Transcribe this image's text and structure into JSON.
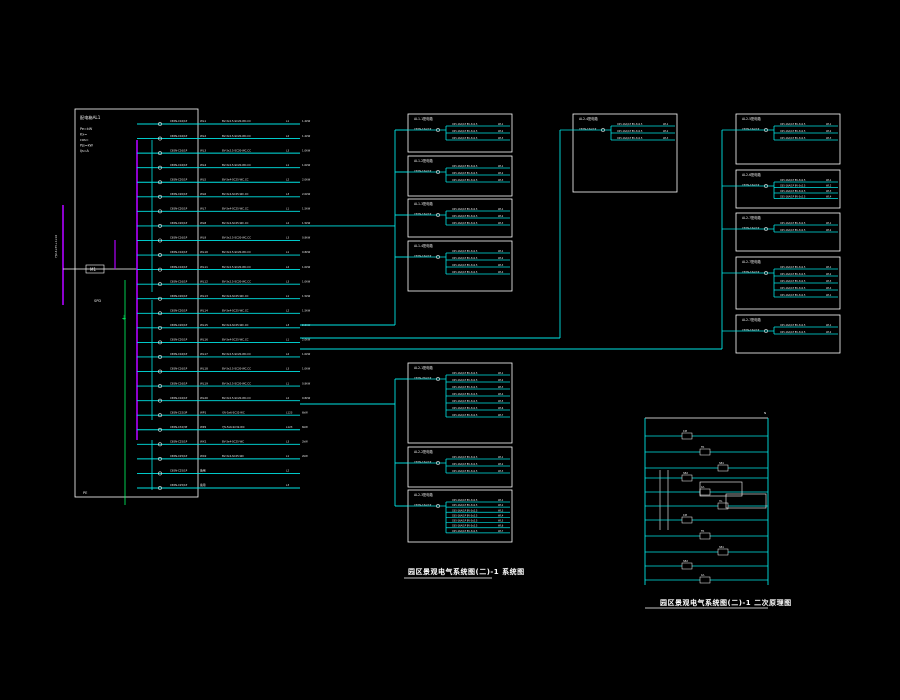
{
  "drawing": {
    "background_color": "#000000",
    "line_colors": {
      "feeder": "#00e5e5",
      "bus": "#b000ff",
      "frame": "#ffffff",
      "text": "#e8e8e8",
      "breaker": "#00ff66"
    }
  },
  "main_panel": {
    "title": "配电箱AL1",
    "info_lines": [
      "Pe=kW",
      "Kx=",
      "cos=",
      "Pjs=kW",
      "Ijs=A"
    ],
    "incoming_label": "YJV-4x35+1x16",
    "main_breaker_label": "M1",
    "spd_label": "SPD",
    "ground_label": "PE"
  },
  "feeders": [
    {
      "breaker": "C65N-C16/1P",
      "circuit": "WL1",
      "cable": "BV-3x2.5-SC20-WC.CC",
      "phase": "L1",
      "load": "1.2kW"
    },
    {
      "breaker": "C65N-C16/1P",
      "circuit": "WL2",
      "cable": "BV-3x2.5-SC20-WC.CC",
      "phase": "L2",
      "load": "1.2kW"
    },
    {
      "breaker": "C65N-C16/1P",
      "circuit": "WL3",
      "cable": "BV-3x2.5-SC20-WC.CC",
      "phase": "L3",
      "load": "1.0kW"
    },
    {
      "breaker": "C65N-C16/1P",
      "circuit": "WL4",
      "cable": "BV-3x2.5-SC20-WC.CC",
      "phase": "L1",
      "load": "1.0kW"
    },
    {
      "breaker": "C65N-C20/1P",
      "circuit": "WL5",
      "cable": "BV-3x4-SC25-WC.CC",
      "phase": "L2",
      "load": "2.0kW"
    },
    {
      "breaker": "C65N-C20/1P",
      "circuit": "WL6",
      "cable": "BV-3x4-SC25-WC.CC",
      "phase": "L3",
      "load": "2.0kW"
    },
    {
      "breaker": "C65N-C20/1P",
      "circuit": "WL7",
      "cable": "BV-3x4-SC25-WC.CC",
      "phase": "L1",
      "load": "1.5kW"
    },
    {
      "breaker": "C65N-C20/1P",
      "circuit": "WL8",
      "cable": "BV-3x4-SC25-WC.CC",
      "phase": "L2",
      "load": "1.5kW"
    },
    {
      "breaker": "C65N-C16/1P",
      "circuit": "WL9",
      "cable": "BV-3x2.5-SC20-WC.CC",
      "phase": "L3",
      "load": "0.8kW"
    },
    {
      "breaker": "C65N-C16/1P",
      "circuit": "WL10",
      "cable": "BV-3x2.5-SC20-WC.CC",
      "phase": "L1",
      "load": "0.8kW"
    },
    {
      "breaker": "C65N-C16/1P",
      "circuit": "WL11",
      "cable": "BV-3x2.5-SC20-WC.CC",
      "phase": "L2",
      "load": "1.0kW"
    },
    {
      "breaker": "C65N-C16/1P",
      "circuit": "WL12",
      "cable": "BV-3x2.5-SC20-WC.CC",
      "phase": "L3",
      "load": "1.0kW"
    },
    {
      "breaker": "C65N-C20/1P",
      "circuit": "WL13",
      "cable": "BV-3x4-SC25-WC.CC",
      "phase": "L1",
      "load": "1.5kW"
    },
    {
      "breaker": "C65N-C20/1P",
      "circuit": "WL14",
      "cable": "BV-3x4-SC25-WC.CC",
      "phase": "L2",
      "load": "1.5kW"
    },
    {
      "breaker": "C65N-C20/1P",
      "circuit": "WL15",
      "cable": "BV-3x4-SC25-WC.CC",
      "phase": "L3",
      "load": "2.0kW"
    },
    {
      "breaker": "C65N-C20/1P",
      "circuit": "WL16",
      "cable": "BV-3x4-SC25-WC.CC",
      "phase": "L1",
      "load": "2.0kW"
    },
    {
      "breaker": "C65N-C16/1P",
      "circuit": "WL17",
      "cable": "BV-3x2.5-SC20-WC.CC",
      "phase": "L2",
      "load": "1.0kW"
    },
    {
      "breaker": "C65N-C16/1P",
      "circuit": "WL18",
      "cable": "BV-3x2.5-SC20-WC.CC",
      "phase": "L3",
      "load": "1.0kW"
    },
    {
      "breaker": "C65N-C16/1P",
      "circuit": "WL19",
      "cable": "BV-3x2.5-SC20-WC.CC",
      "phase": "L1",
      "load": "0.8kW"
    },
    {
      "breaker": "C65N-C16/1P",
      "circuit": "WL20",
      "cable": "BV-3x2.5-SC20-WC.CC",
      "phase": "L2",
      "load": "0.8kW"
    },
    {
      "breaker": "C65N-C32/3P",
      "circuit": "WP1",
      "cable": "YJV-5x6-SC32-WC",
      "phase": "L123",
      "load": "6kW"
    },
    {
      "breaker": "C65N-C32/3P",
      "circuit": "WP2",
      "cable": "YJV-5x6-SC32-WC",
      "phase": "L123",
      "load": "6kW"
    },
    {
      "breaker": "C65N-C25/1P",
      "circuit": "WX1",
      "cable": "BV-3x4-SC25-WC",
      "phase": "L3",
      "load": "2kW"
    },
    {
      "breaker": "C65N-C25/1P",
      "circuit": "WX2",
      "cable": "BV-3x4-SC25-WC",
      "phase": "L1",
      "load": "2kW"
    },
    {
      "breaker": "C65N-C25/1P",
      "circuit": "备用",
      "cable": "",
      "phase": "L2",
      "load": ""
    },
    {
      "breaker": "C65N-C25/1P",
      "circuit": "备用",
      "cable": "",
      "phase": "L3",
      "load": ""
    }
  ],
  "sub_panels": [
    {
      "id": "AL1-1",
      "title": "AL1-1配电箱",
      "main": "C65N-16A/1P",
      "rows": [
        {
          "cable": "C65-16A/1P BV-3x2.5",
          "circuit": "WL1"
        },
        {
          "cable": "C65-16A/1P BV-3x2.5",
          "circuit": "WL2"
        },
        {
          "cable": "C65-16A/1P BV-3x2.5",
          "circuit": "WL3"
        }
      ]
    },
    {
      "id": "AL1-2",
      "title": "AL1-2配电箱",
      "main": "C65N-16A/1P",
      "rows": [
        {
          "cable": "C65-16A/1P BV-3x2.5",
          "circuit": "WL1"
        },
        {
          "cable": "C65-16A/1P BV-3x2.5",
          "circuit": "WL2"
        },
        {
          "cable": "C65-16A/1P BV-3x2.5",
          "circuit": "WL3"
        }
      ]
    },
    {
      "id": "AL1-3",
      "title": "AL1-3配电箱",
      "main": "C65N-16A/1P",
      "rows": [
        {
          "cable": "C65-16A/1P BV-3x2.5",
          "circuit": "WL1"
        },
        {
          "cable": "C65-16A/1P BV-3x2.5",
          "circuit": "WL2"
        },
        {
          "cable": "C65-16A/1P BV-3x2.5",
          "circuit": "WL3"
        }
      ]
    },
    {
      "id": "AL1-4",
      "title": "AL1-4配电箱",
      "main": "C65N-16A/1P",
      "rows": [
        {
          "cable": "C65-16A/1P BV-3x2.5",
          "circuit": "WL1"
        },
        {
          "cable": "C65-16A/1P BV-3x2.5",
          "circuit": "WL2"
        },
        {
          "cable": "C65-16A/1P BV-3x2.5",
          "circuit": "WL3"
        },
        {
          "cable": "C65-16A/1P BV-3x2.5",
          "circuit": "WL4"
        }
      ]
    },
    {
      "id": "AL2-1",
      "title": "AL2-1配电箱",
      "main": "C65N-20A/1P",
      "rows": [
        {
          "cable": "C65-16A/1P BV-3x2.5",
          "circuit": "WL1"
        },
        {
          "cable": "C65-16A/1P BV-3x2.5",
          "circuit": "WL2"
        },
        {
          "cable": "C65-16A/1P BV-3x2.5",
          "circuit": "WL3"
        },
        {
          "cable": "C65-16A/1P BV-3x2.5",
          "circuit": "WL4"
        },
        {
          "cable": "C65-16A/1P BV-3x2.5",
          "circuit": "WL5"
        },
        {
          "cable": "C65-16A/1P BV-3x2.5",
          "circuit": "WL6"
        },
        {
          "cable": "C65-16A/1P BV-3x2.5",
          "circuit": "WL7"
        }
      ]
    },
    {
      "id": "AL2-2",
      "title": "AL2-2配电箱",
      "main": "C65N-16A/1P",
      "rows": [
        {
          "cable": "C65-16A/1P BV-3x2.5",
          "circuit": "WL1"
        },
        {
          "cable": "C65-16A/1P BV-3x2.5",
          "circuit": "WL2"
        },
        {
          "cable": "C65-16A/1P BV-3x2.5",
          "circuit": "WL3"
        }
      ]
    },
    {
      "id": "AL2-3",
      "title": "AL2-3配电箱",
      "main": "C65N-16A/1P",
      "rows": [
        {
          "cable": "C65-16A/1P BV-3x2.5",
          "circuit": "WL1"
        },
        {
          "cable": "C65-16A/1P BV-3x2.5",
          "circuit": "WL2"
        },
        {
          "cable": "C65-16A/1P BV-3x2.5",
          "circuit": "WL3"
        },
        {
          "cable": "C65-16A/1P BV-3x2.5",
          "circuit": "WL4"
        },
        {
          "cable": "C65-16A/1P BV-3x2.5",
          "circuit": "WL5"
        },
        {
          "cable": "C65-16A/1P BV-3x2.5",
          "circuit": "WL6"
        },
        {
          "cable": "C65-16A/1P BV-3x2.5",
          "circuit": "WL7"
        }
      ]
    },
    {
      "id": "AL2-4",
      "title": "AL2-4配电箱",
      "main": "C65N-16A/1P",
      "rows": [
        {
          "cable": "C65-16A/1P BV-3x2.5",
          "circuit": "WL1"
        },
        {
          "cable": "C65-16A/1P BV-3x2.5",
          "circuit": "WL2"
        },
        {
          "cable": "C65-16A/1P BV-3x2.5",
          "circuit": "WL3"
        }
      ]
    },
    {
      "id": "AL2-5",
      "title": "AL2-5配电箱",
      "main": "C65N-16A/1P",
      "rows": [
        {
          "cable": "C65-16A/1P BV-3x2.5",
          "circuit": "WL1"
        },
        {
          "cable": "C65-16A/1P BV-3x2.5",
          "circuit": "WL2"
        },
        {
          "cable": "C65-16A/1P BV-3x2.5",
          "circuit": "WL3"
        }
      ]
    },
    {
      "id": "AL2-6",
      "title": "AL2-6配电箱",
      "main": "C65N-16A/1P",
      "rows": [
        {
          "cable": "C65-16A/1P BV-3x2.5",
          "circuit": "WL1"
        },
        {
          "cable": "C65-16A/1P BV-3x2.5",
          "circuit": "WL2"
        },
        {
          "cable": "C65-16A/1P BV-3x2.5",
          "circuit": "WL3"
        },
        {
          "cable": "C65-16A/1P BV-3x2.5",
          "circuit": "WL4"
        }
      ]
    },
    {
      "id": "AL2-7",
      "title": "AL2-7配电箱",
      "main": "C65N-16A/1P",
      "rows": [
        {
          "cable": "C65-16A/1P BV-3x2.5",
          "circuit": "WL1"
        },
        {
          "cable": "C65-16A/1P BV-3x2.5",
          "circuit": "WL2"
        }
      ]
    }
  ],
  "control_diagram": {
    "labels": [
      "KM",
      "FR",
      "SB1",
      "SB2",
      "KA",
      "HL"
    ],
    "supply_label": "N"
  },
  "titles": {
    "system_diagram": "园区景观电气系统图(二)-1 系统图",
    "control_diagram": "园区景观电气系统图(二)-1 二次原理图"
  }
}
